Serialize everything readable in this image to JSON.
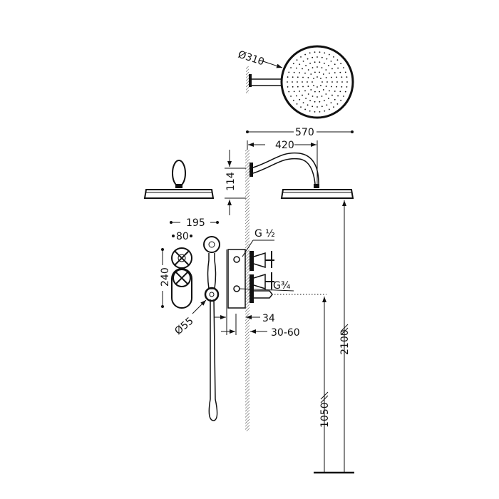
{
  "dimensions": {
    "head_diameter": "Ø310",
    "arm_reach_total": "570",
    "arm_reach": "420",
    "arm_drop": "114",
    "plate_width": "195",
    "handle_width": "80",
    "plate_height": "240",
    "handshower_diameter": "Ø55",
    "connection_top": "G ½",
    "connection_bottom": "G¾",
    "wall_offset": "34",
    "embed_depth": "30-60",
    "head_height": "2100",
    "valve_height": "1050"
  },
  "colors": {
    "line": "#111111",
    "background": "#ffffff"
  }
}
